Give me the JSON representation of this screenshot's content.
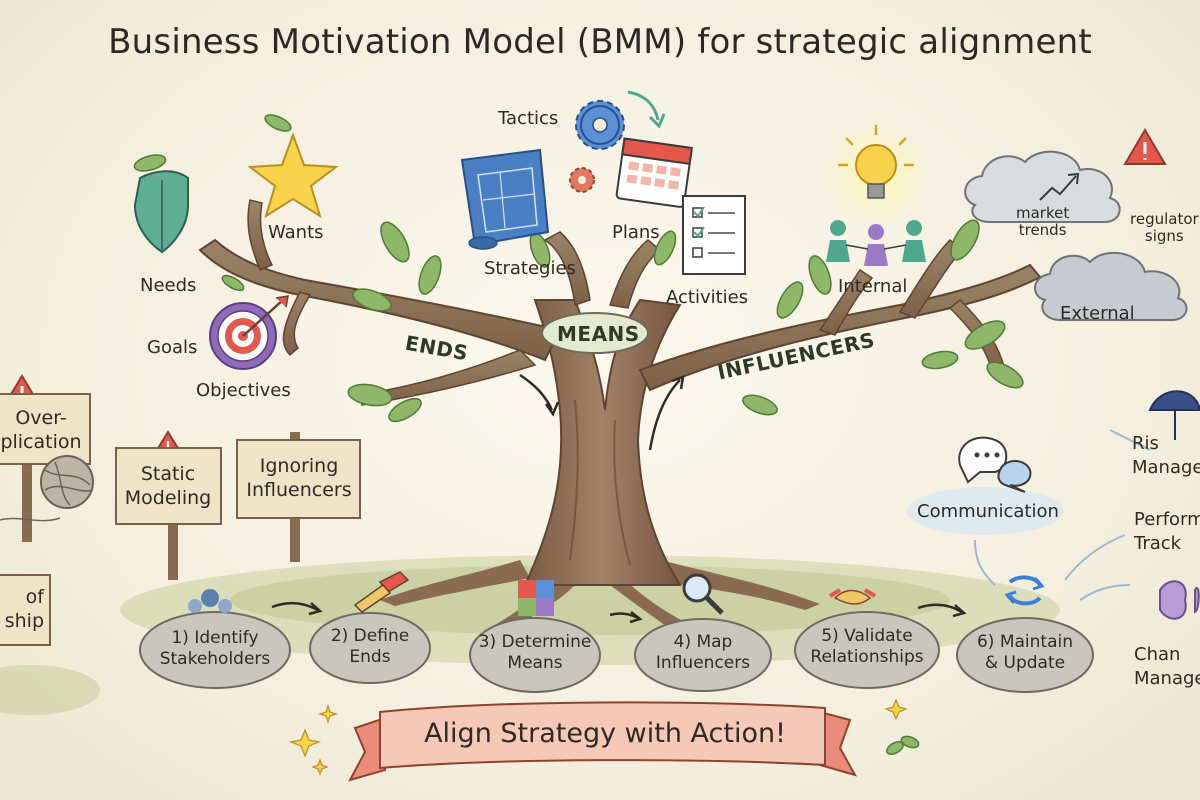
{
  "title": "Business Motivation Model (BMM) for strategic alignment",
  "branches": {
    "ends": "ENDS",
    "means": "MEANS",
    "influencers": "INFLUENCERS"
  },
  "ends": {
    "wants": "Wants",
    "needs": "Needs",
    "goals": "Goals",
    "objectives": "Objectives"
  },
  "means": {
    "tactics": "Tactics",
    "strategies": "Strategies",
    "plans": "Plans",
    "activities": "Activities"
  },
  "influencers": {
    "internal": "Internal",
    "external": "External",
    "market_trends": "market\ntrends",
    "regulatory_signs": "regulator\nsigns"
  },
  "pitfalls": {
    "over_complication": "Over-\nplication",
    "static_modeling": "Static\nModeling",
    "ignoring_influencers": "Ignoring\nInfluencers",
    "ownership": "of\nship"
  },
  "steps": [
    {
      "label": "1) Identify\nStakeholders"
    },
    {
      "label": "2) Define\nEnds"
    },
    {
      "label": "3) Determine\nMeans"
    },
    {
      "label": "4) Map\nInfluencers"
    },
    {
      "label": "5) Validate\nRelationships"
    },
    {
      "label": "6) Maintain\n& Update"
    }
  ],
  "benefits": {
    "communication": "Communication",
    "risk": "Ris\nManage",
    "performance": "Perform\nTrack",
    "change": "Chan\nManage"
  },
  "banner": "Align Strategy with Action!"
}
